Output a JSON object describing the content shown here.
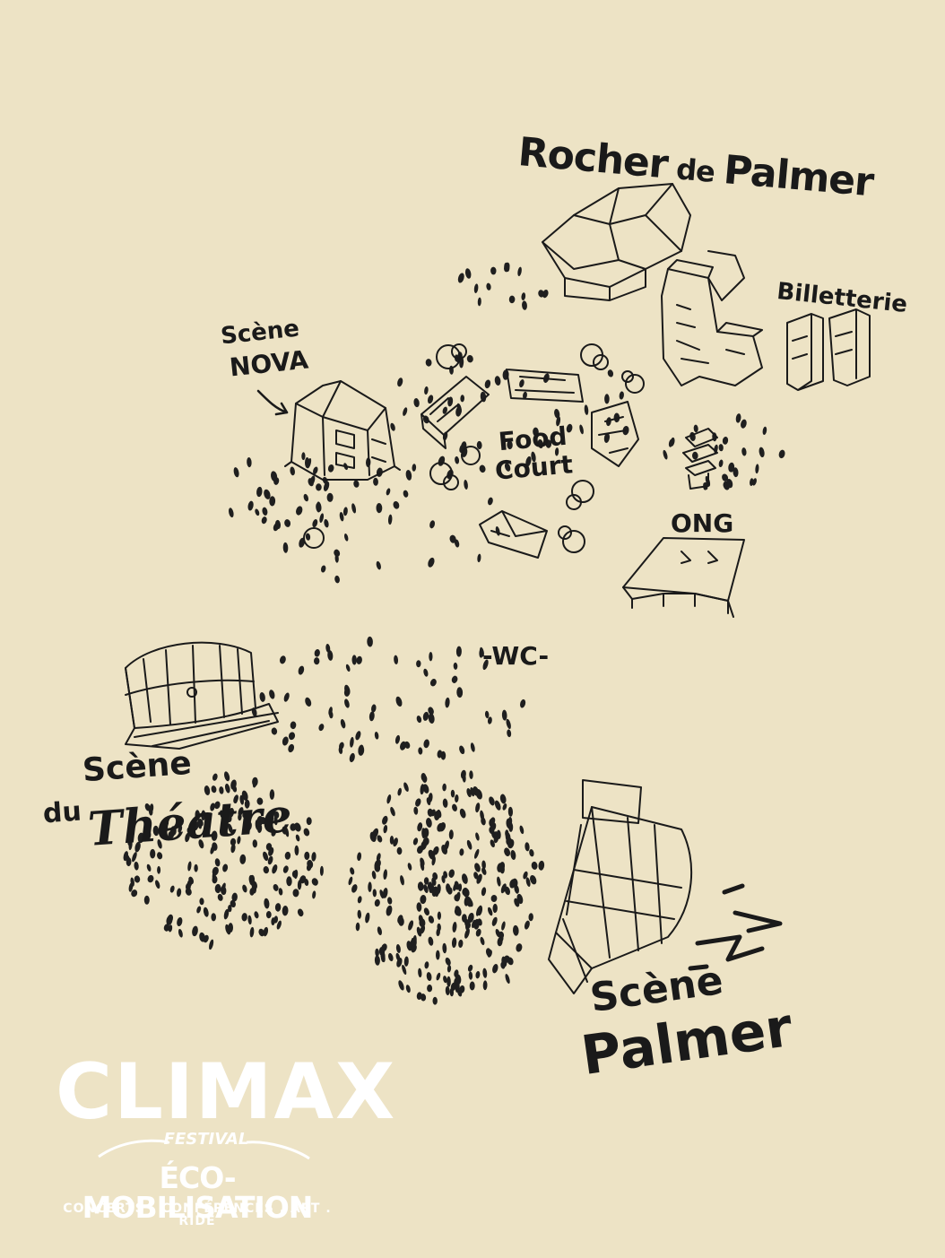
{
  "map": {
    "title": "Rocher de Palmer",
    "title_parts": [
      "Rocher",
      " de ",
      "Palmer"
    ],
    "places": {
      "billetterie": "Billetterie",
      "scene_nova": [
        "Scène",
        "NOVA"
      ],
      "food_court": [
        "Food",
        "Court"
      ],
      "ong": "ONG",
      "wc": "-WC-",
      "scene_theatre": [
        "Scène",
        "du",
        "Théatre"
      ],
      "scene_palmer": [
        "Scène",
        "Palmer"
      ]
    },
    "icons": [
      "building-icon",
      "food-truck-icon",
      "tree-icon",
      "tent-icon",
      "stage-icon",
      "crowd-icon",
      "arrow-icon"
    ]
  },
  "logo": {
    "name": "CLIMAX",
    "festival": "FESTIVAL",
    "tagline": "ÉCO-MOBILISATION",
    "subtitle": "CONCERTS . CONFÉRENCES . ART . RIDE"
  },
  "colors": {
    "paper": "#ede3c5",
    "ink": "#1a1a1a",
    "logo": "#ffffff"
  }
}
